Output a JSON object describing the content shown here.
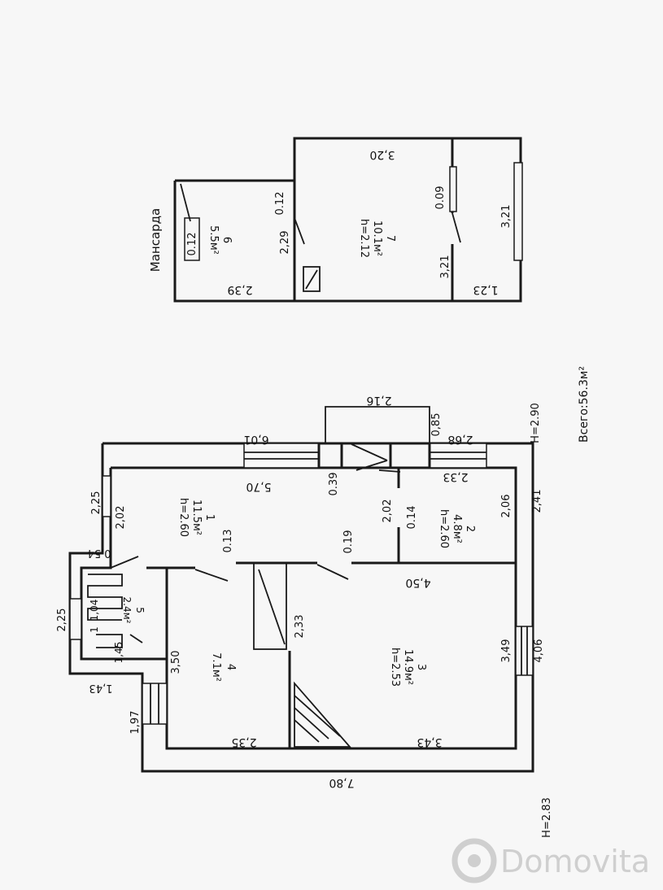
{
  "watermark": {
    "brand": "Domovita"
  },
  "colors": {
    "ink": "#1a1a1a",
    "paper": "#f7f7f7",
    "watermark": "#c9c9c9"
  },
  "attic": {
    "title": "Мансарда",
    "room6": {
      "num": "6",
      "area": "5.5м²"
    },
    "room7": {
      "num": "7",
      "area": "10.1м²",
      "height": "h=2.12"
    },
    "dims": {
      "top": "3,20",
      "left_bottom": "2,39",
      "right_bottom": "1,23",
      "d229": "2,29",
      "d012a": "0.12",
      "d012b": "0.12",
      "d009": "0.09",
      "d321a": "3,21",
      "d321b": "3,21"
    }
  },
  "total": "Всего:56.3м²",
  "ground": {
    "room1": {
      "num": "1",
      "area": "11.5м²",
      "height": "h=2.60"
    },
    "room2": {
      "num": "2",
      "area": "4.8м²",
      "height": "h=2.60"
    },
    "room3": {
      "num": "3",
      "area": "14.9м²",
      "height": "h=2.53"
    },
    "room4": {
      "num": "4",
      "area": "7.1м²"
    },
    "room5": {
      "num": "5",
      "area": "2.4м²"
    },
    "h_top": "H=2.90",
    "h_bottom": "H=2.83",
    "dims": {
      "d601": "6,01",
      "d570": "5,70",
      "d216": "2,16",
      "d085": "0,85",
      "d268": "2,68",
      "d233a": "2,33",
      "d039": "0.39",
      "d202a": "2,02",
      "d014": "0.14",
      "d206": "2,06",
      "d241": "2,41",
      "d450": "4,50",
      "d019": "0.19",
      "d013": "0.13",
      "d225a": "2,25",
      "d202b": "2,02",
      "d054": "0,54",
      "d225b": "2,25",
      "d104": "1,04",
      "d1": "1",
      "d145": "1,45",
      "d143": "1,43",
      "d350": "3,50",
      "d197": "1,97",
      "d235": "2,35",
      "d233b": "2,33",
      "d349": "3,49",
      "d406": "4,06",
      "d343": "3,43",
      "d780": "7,80"
    }
  }
}
